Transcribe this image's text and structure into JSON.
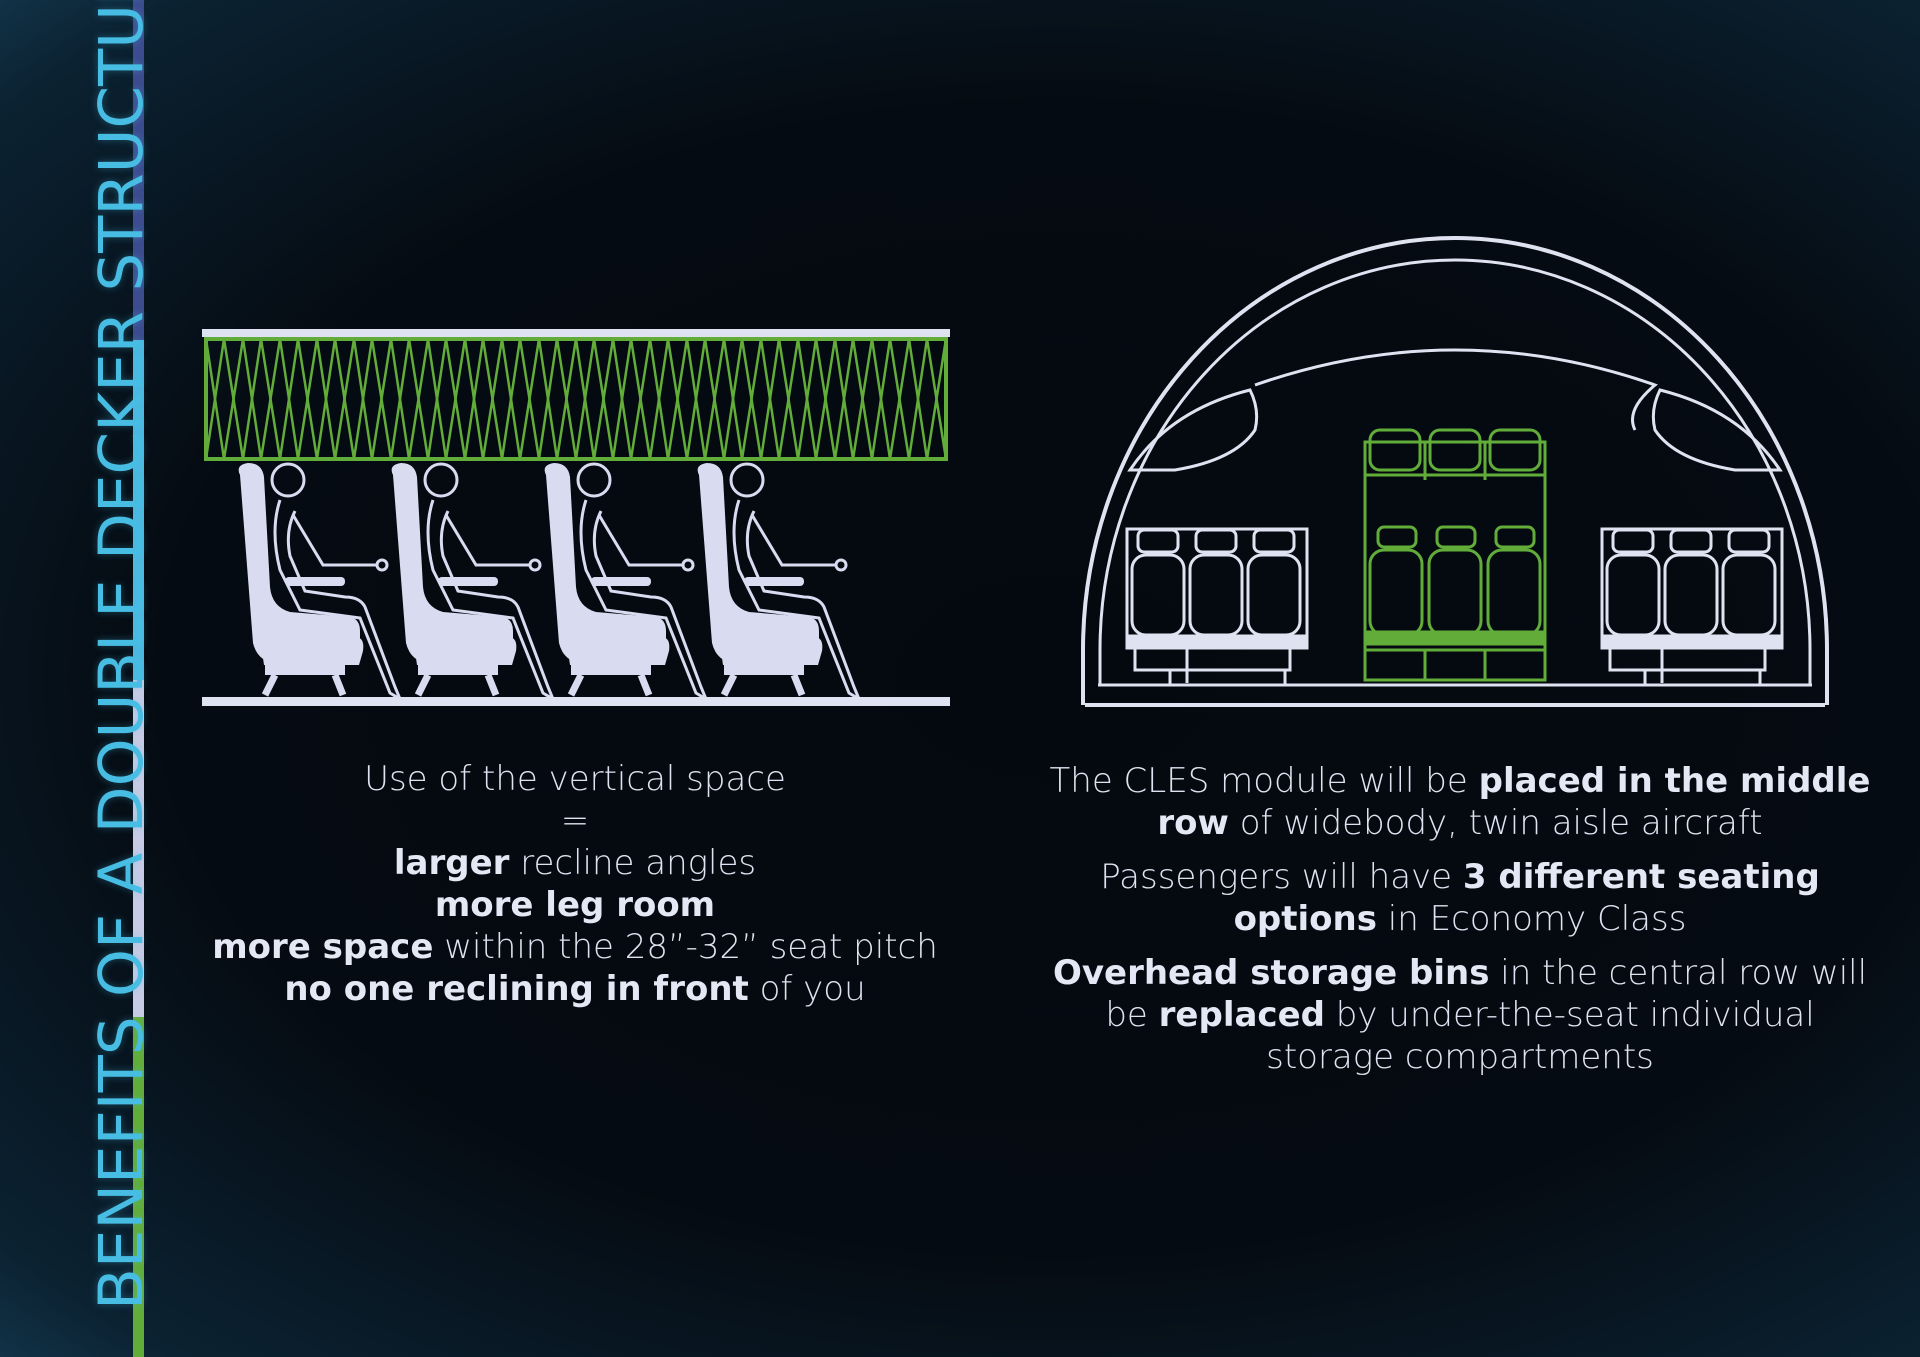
{
  "title": "BENEFITS OF A DOUBLE DECKER STRUCTURE",
  "colors": {
    "accent_blue": "#47bde4",
    "accent_green": "#62ad3a",
    "line_light": "#dfe3f1",
    "stripe_navy": "#3c4c8e"
  },
  "left_text": {
    "line1": "Use of the vertical space",
    "line2": "=",
    "line3_bold": "larger",
    "line3_rest": " recline angles",
    "line4_bold": "more leg room",
    "line5_bold": "more space",
    "line5_rest": " within the 28”-32” seat pitch",
    "line6_bold": "no one reclining in front",
    "line6_rest": " of you"
  },
  "right_text": {
    "p1_a": "The CLES module will be ",
    "p1_bold1": "placed in the middle row",
    "p1_b": " of widebody, twin aisle aircraft",
    "p2_a": "Passengers will have ",
    "p2_bold": "3 different seating options",
    "p2_b": " in Economy Class",
    "p3_bold1": "Overhead storage bins",
    "p3_a": " in the central row will be ",
    "p3_bold2": "replaced",
    "p3_b": " by under-the-seat individual storage compartments"
  },
  "icons": {
    "side_view": "seated-passengers-illustration",
    "cross_section": "fuselage-cross-section-illustration"
  }
}
